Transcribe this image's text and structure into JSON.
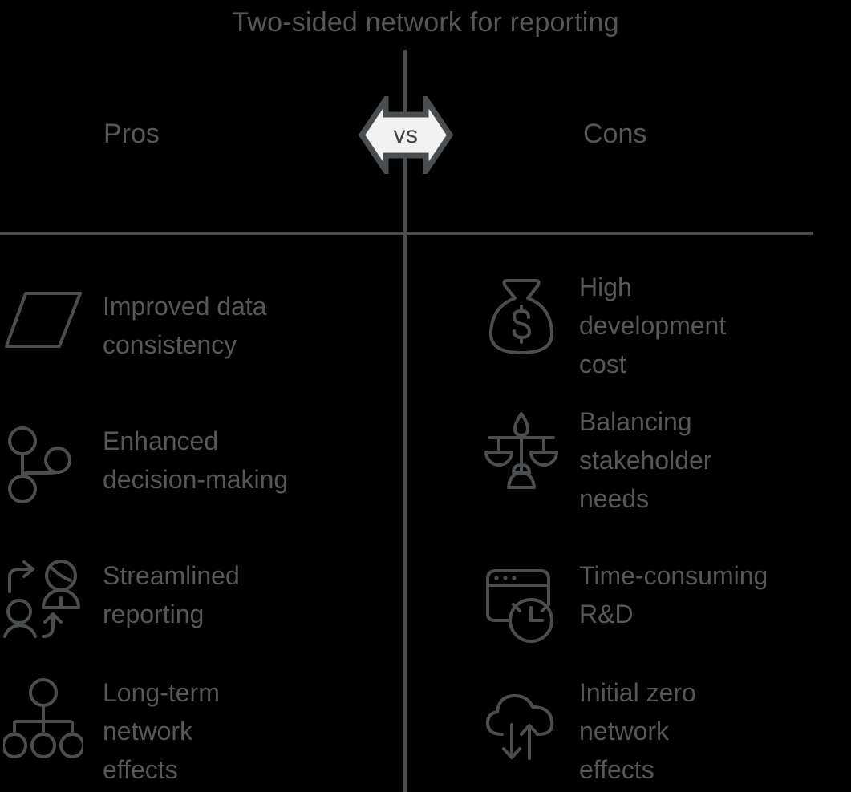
{
  "title": "Two-sided network for reporting",
  "center_badge": {
    "label": "vs",
    "shape": "double-arrow",
    "fill": "#f2f2f2",
    "stroke": "#4a4d50"
  },
  "colors": {
    "background": "#000000",
    "text": "#55585a",
    "line": "#4a4d50",
    "icon_stroke": "#4b4e50"
  },
  "columns": {
    "pros": {
      "heading": "Pros",
      "items": [
        {
          "icon": "parallelogram-icon",
          "label": "Improved data\nconsistency"
        },
        {
          "icon": "decision-nodes-icon",
          "label": "Enhanced\ndecision-making"
        },
        {
          "icon": "people-exchange-icon",
          "label": "Streamlined\nreporting"
        },
        {
          "icon": "org-chart-icon",
          "label": "Long-term\nnetwork\neffects"
        }
      ]
    },
    "cons": {
      "heading": "Cons",
      "items": [
        {
          "icon": "money-bag-icon",
          "label": "High\ndevelopment\ncost"
        },
        {
          "icon": "scales-balance-icon",
          "label": "Balancing\nstakeholder\nneeds"
        },
        {
          "icon": "browser-clock-icon",
          "label": "Time-consuming\nR&D"
        },
        {
          "icon": "cloud-sync-icon",
          "label": "Initial zero\nnetwork\neffects"
        }
      ]
    }
  }
}
